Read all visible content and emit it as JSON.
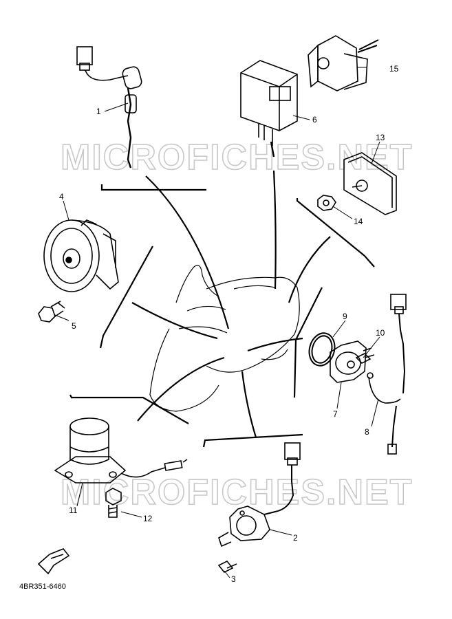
{
  "diagram": {
    "code": "4BR351-6460",
    "watermark": "MICROFICHES.NET",
    "parts": [
      {
        "num": "1",
        "kind": "connector-with-wire"
      },
      {
        "num": "2",
        "kind": "switch-assembly"
      },
      {
        "num": "3",
        "kind": "screw"
      },
      {
        "num": "4",
        "kind": "horn"
      },
      {
        "num": "5",
        "kind": "bolt"
      },
      {
        "num": "6",
        "kind": "relay"
      },
      {
        "num": "7",
        "kind": "sensor"
      },
      {
        "num": "8",
        "kind": "wire-lead"
      },
      {
        "num": "9",
        "kind": "o-ring"
      },
      {
        "num": "10",
        "kind": "screw"
      },
      {
        "num": "11",
        "kind": "sending-unit"
      },
      {
        "num": "12",
        "kind": "bolt"
      },
      {
        "num": "13",
        "kind": "bracket-plate"
      },
      {
        "num": "14",
        "kind": "nut"
      },
      {
        "num": "15",
        "kind": "relay-with-bracket"
      }
    ]
  }
}
